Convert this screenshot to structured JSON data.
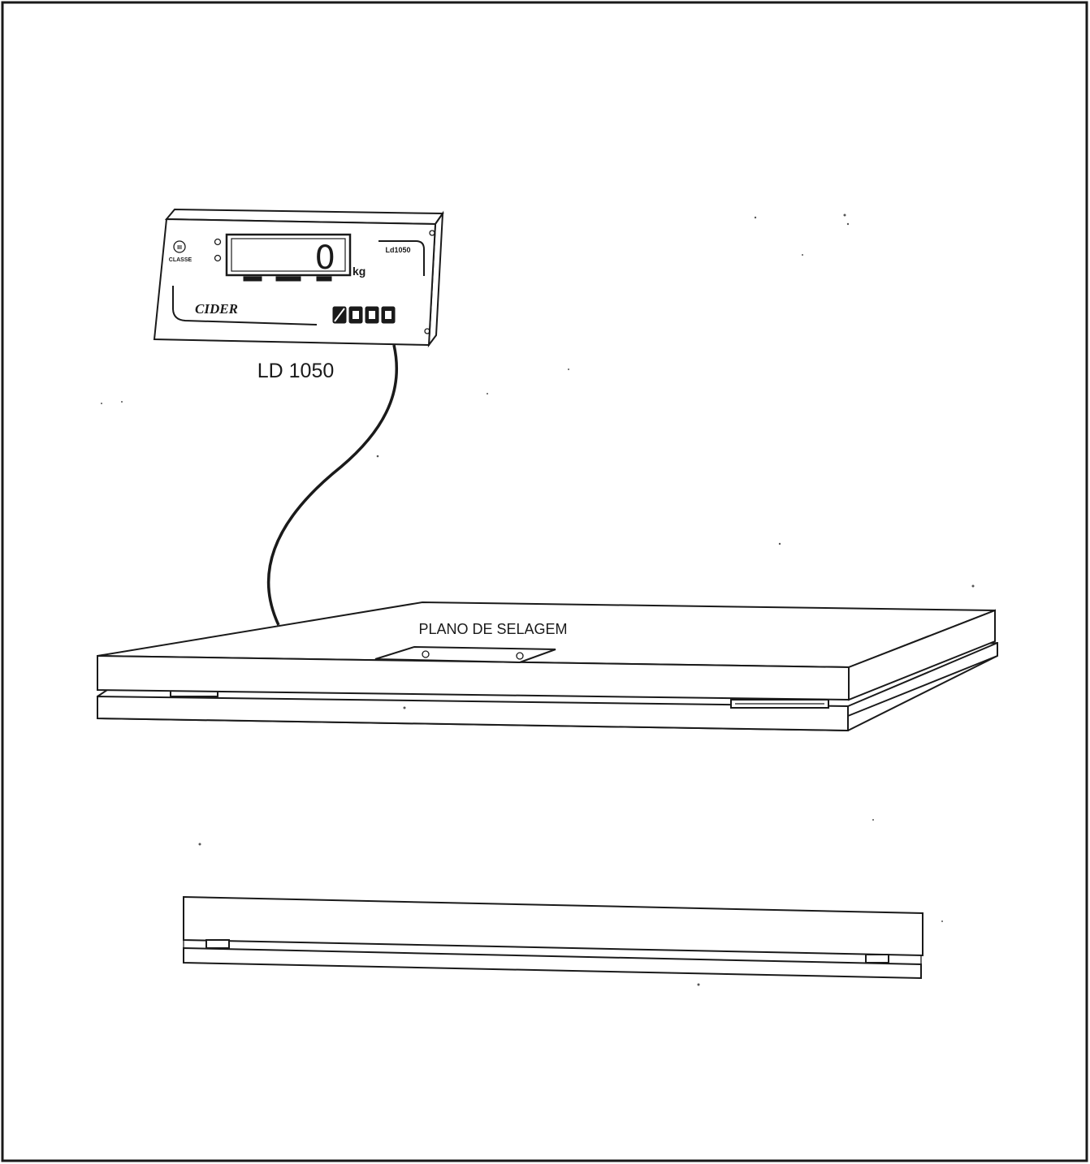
{
  "indicator": {
    "model_plate": "Ld1050",
    "display_value": "0",
    "unit": "kg",
    "brand": "CIDER",
    "class_label": "CLASSE",
    "class_badge": "III",
    "caption": "LD 1050"
  },
  "platform": {
    "label": "PLANO DE SELAGEM"
  },
  "colors": {
    "ink": "#1a1a1a",
    "paper": "#ffffff"
  }
}
